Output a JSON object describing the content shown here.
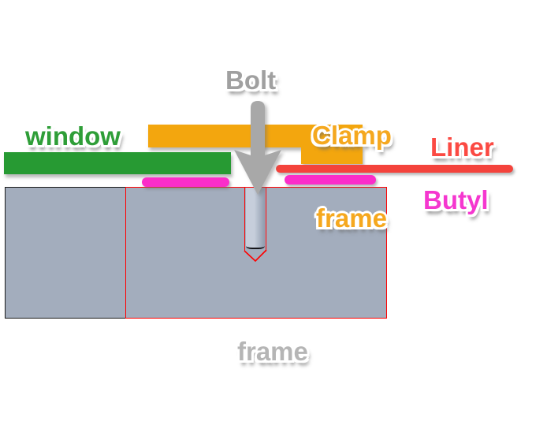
{
  "diagram": {
    "description": "Window clamp-frame fixing cross-section diagram",
    "labels": {
      "bolt": "Bolt",
      "clamp_frame_line1": "Clamp",
      "clamp_frame_line2": "frame",
      "window": "window",
      "liner": "Liner",
      "butyl": "Butyl",
      "frame": "frame"
    },
    "colors": {
      "window_green": "#279a33",
      "window_text_green": "#2f9e38",
      "clamp_orange": "#f3a60e",
      "clamp_text_orange": "#f5a81f",
      "liner_red": "#f4433c",
      "liner_text_red": "#fb4a43",
      "butyl_magenta": "#fb2dc9",
      "butyl_text_magenta": "#f537cf",
      "frame_gray": "#a3adbd",
      "frame_label_gray": "#b5b5b5",
      "bolt_arrow_gray": "#a8a8a8",
      "bolt_text_gray": "#a0a0a0",
      "bolt_shaft_light": "#c6cedb",
      "bolt_shaft_dark": "#8e9bad",
      "outline_red": "#ff0000",
      "outline_black": "#1a1a1a"
    },
    "icons": {
      "bolt_down_arrow": "down-arrow"
    }
  }
}
